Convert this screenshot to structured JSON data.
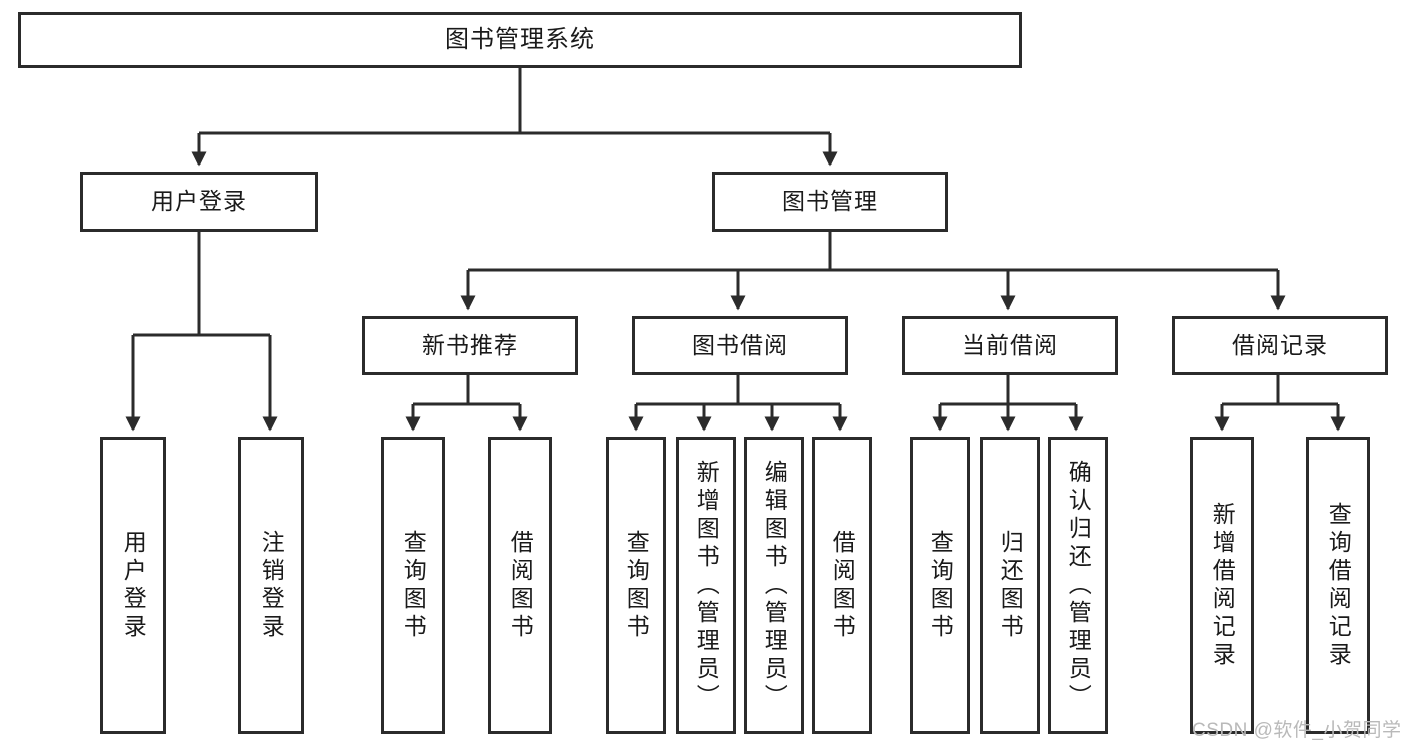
{
  "diagram": {
    "title": "图书管理系统",
    "type": "tree-hierarchy-diagram",
    "root": {
      "id": "root",
      "label": "图书管理系统"
    },
    "level1": [
      {
        "id": "user-login",
        "label": "用户登录"
      },
      {
        "id": "book-management",
        "label": "图书管理"
      }
    ],
    "level2": [
      {
        "id": "new-book-recommend",
        "label": "新书推荐",
        "parent": "book-management"
      },
      {
        "id": "book-borrow",
        "label": "图书借阅",
        "parent": "book-management"
      },
      {
        "id": "current-borrow",
        "label": "当前借阅",
        "parent": "book-management"
      },
      {
        "id": "borrow-record",
        "label": "借阅记录",
        "parent": "book-management"
      }
    ],
    "leaves": {
      "user-login": [
        {
          "id": "leaf-user-login",
          "label": "用户登录"
        },
        {
          "id": "leaf-user-logout",
          "label": "注销登录"
        }
      ],
      "new-book-recommend": [
        {
          "id": "leaf-query-book-1",
          "label": "查询图书"
        },
        {
          "id": "leaf-borrow-book-1",
          "label": "借阅图书"
        }
      ],
      "book-borrow": [
        {
          "id": "leaf-query-book-2",
          "label": "查询图书"
        },
        {
          "id": "leaf-add-book",
          "label": "新增图书（管理员）"
        },
        {
          "id": "leaf-edit-book",
          "label": "编辑图书（管理员）"
        },
        {
          "id": "leaf-borrow-book-2",
          "label": "借阅图书"
        }
      ],
      "current-borrow": [
        {
          "id": "leaf-query-book-3",
          "label": "查询图书"
        },
        {
          "id": "leaf-return-book",
          "label": "归还图书"
        },
        {
          "id": "leaf-confirm-return",
          "label": "确认归还（管理员）"
        }
      ],
      "borrow-record": [
        {
          "id": "leaf-add-record",
          "label": "新增借阅记录"
        },
        {
          "id": "leaf-query-record",
          "label": "查询借阅记录"
        }
      ]
    }
  },
  "watermark": {
    "text": "CSDN @软件_小贺同学"
  },
  "colors": {
    "border": "#2b2b2b",
    "background": "#ffffff",
    "text": "#1a1a1a",
    "watermark": "#b9b9b9"
  }
}
